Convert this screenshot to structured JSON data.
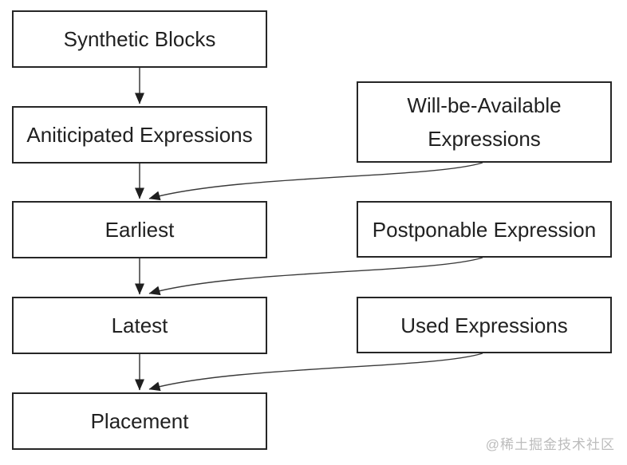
{
  "diagram": {
    "boxes": [
      {
        "id": "synthetic-blocks",
        "label": "Synthetic Blocks"
      },
      {
        "id": "anticipated-expressions",
        "label": "Aniticipated Expressions"
      },
      {
        "id": "earliest",
        "label": "Earliest"
      },
      {
        "id": "latest",
        "label": "Latest"
      },
      {
        "id": "placement",
        "label": "Placement"
      },
      {
        "id": "will-be-available",
        "label": "Will-be-Available Expressions"
      },
      {
        "id": "postponable-expression",
        "label": "Postponable Expression"
      },
      {
        "id": "used-expressions",
        "label": "Used Expressions"
      }
    ],
    "edges": [
      {
        "from": "synthetic-blocks",
        "to": "anticipated-expressions",
        "style": "straight-arrow"
      },
      {
        "from": "anticipated-expressions",
        "to": "earliest",
        "style": "straight-arrow"
      },
      {
        "from": "earliest",
        "to": "latest",
        "style": "straight-arrow"
      },
      {
        "from": "latest",
        "to": "placement",
        "style": "straight-arrow"
      },
      {
        "from": "will-be-available",
        "to": "earliest",
        "style": "curved-arrow"
      },
      {
        "from": "postponable-expression",
        "to": "latest",
        "style": "curved-arrow"
      },
      {
        "from": "used-expressions",
        "to": "placement",
        "style": "curved-arrow"
      }
    ]
  },
  "watermark": {
    "text": "@稀土掘金技术社区"
  },
  "colors": {
    "background": "#ffffff",
    "box_border": "#262626",
    "text": "#212121",
    "line": "#3a3a3a",
    "watermark": "#bcbcbc"
  }
}
